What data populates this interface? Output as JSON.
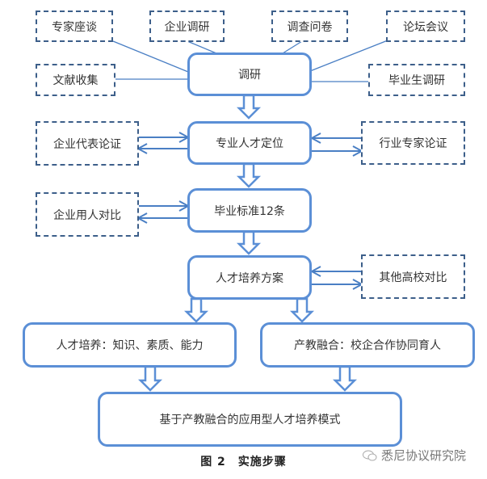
{
  "colors": {
    "main_box_border": "#5b8fd6",
    "dashed_box_border": "#3d5f8a",
    "connector": "#4a7fc4",
    "text": "#333333"
  },
  "diagram": {
    "sources": {
      "expert_symposium": "专家座谈",
      "enterprise_research": "企业调研",
      "questionnaire": "调查问卷",
      "forum_meeting": "论坛会议",
      "literature_collection": "文献收集",
      "graduate_survey": "毕业生调研"
    },
    "steps": {
      "research": "调研",
      "positioning": "专业人才定位",
      "graduation_standards": "毕业标准12条",
      "training_plan": "人才培养方案",
      "talent_cultivation": "人才培养：知识、素质、能力",
      "industry_education": "产教融合：校企合作协同育人",
      "final_model": "基于产教融合的应用型人才培养模式"
    },
    "side_inputs": {
      "enterprise_rep_review": "企业代表论证",
      "industry_expert_review": "行业专家论证",
      "enterprise_comparison": "企业用人对比",
      "other_universities_comparison": "其他高校对比"
    }
  },
  "caption": "图 2　实施步骤",
  "watermark": "悉尼协议研究院"
}
